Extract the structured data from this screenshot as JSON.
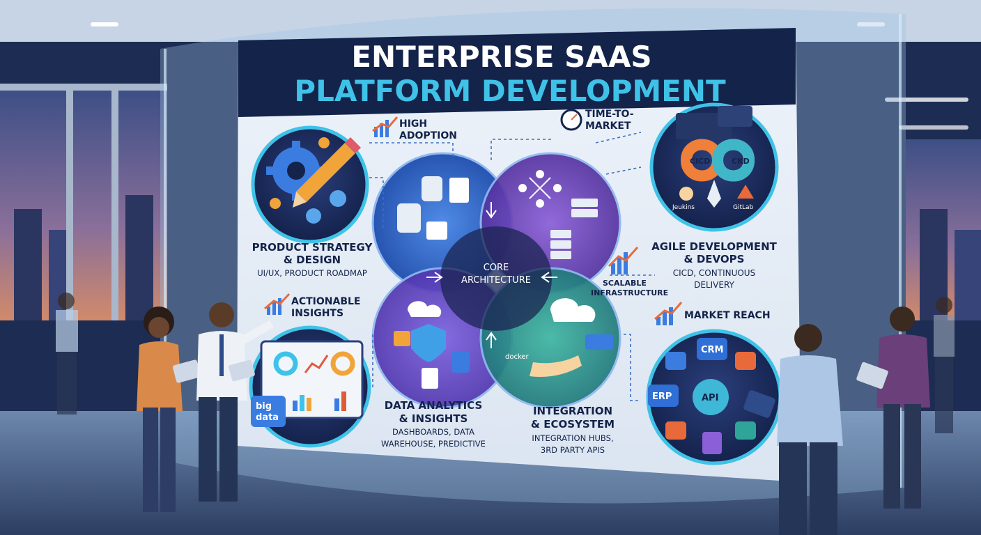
{
  "title": {
    "line1": "ENTERPRISE SAAS",
    "line2": "PLATFORM DEVELOPMENT"
  },
  "core": {
    "line1": "CORE",
    "line2": "ARCHITECTURE"
  },
  "sections": {
    "product": {
      "title1": "PRODUCT STRATEGY",
      "title2": "& DESIGN",
      "subtitle": "UI/UX, PRODUCT ROADMAP"
    },
    "agile": {
      "title1": "AGILE DEVELOPMENT",
      "title2": "& DEVOPS",
      "subtitle1": "CICD, CONTINUOUS",
      "subtitle2": "DELIVERY"
    },
    "analytics": {
      "title1": "DATA ANALYTICS",
      "title2": "& INSIGHTS",
      "subtitle1": "DASHBOARDS, DATA",
      "subtitle2": "WAREHOUSE, PREDICTIVE"
    },
    "integration": {
      "title1": "INTEGRATION",
      "title2": "& ECOSYSTEM",
      "subtitle1": "INTEGRATION HUBS,",
      "subtitle2": "3RD PARTY APIS"
    }
  },
  "outcomes": {
    "adoption1": "HIGH",
    "adoption2": "ADOPTION",
    "ttm1": "TIME-TO-",
    "ttm2": "MARKET",
    "scalable1": "SCALABLE",
    "scalable2": "INFRASTRUCTURE",
    "actionable1": "ACTIONABLE",
    "actionable2": "INSIGHTS",
    "reach": "MARKET REACH"
  },
  "labels": {
    "cicd_left": "CICD",
    "cicd_right": "CKD",
    "jenkins": "Jeukins",
    "gitlab": "GitLab",
    "docker": "docker",
    "big_data1": "big",
    "big_data2": "data",
    "api": "API",
    "crm": "CRM",
    "erp": "ERP"
  },
  "colors": {
    "navy": "#13234a",
    "cyan": "#3fc2e8",
    "purple": "#6a4fc9",
    "blue": "#2f6fd6",
    "green": "#2fa59a",
    "board": "#e8eef6"
  }
}
